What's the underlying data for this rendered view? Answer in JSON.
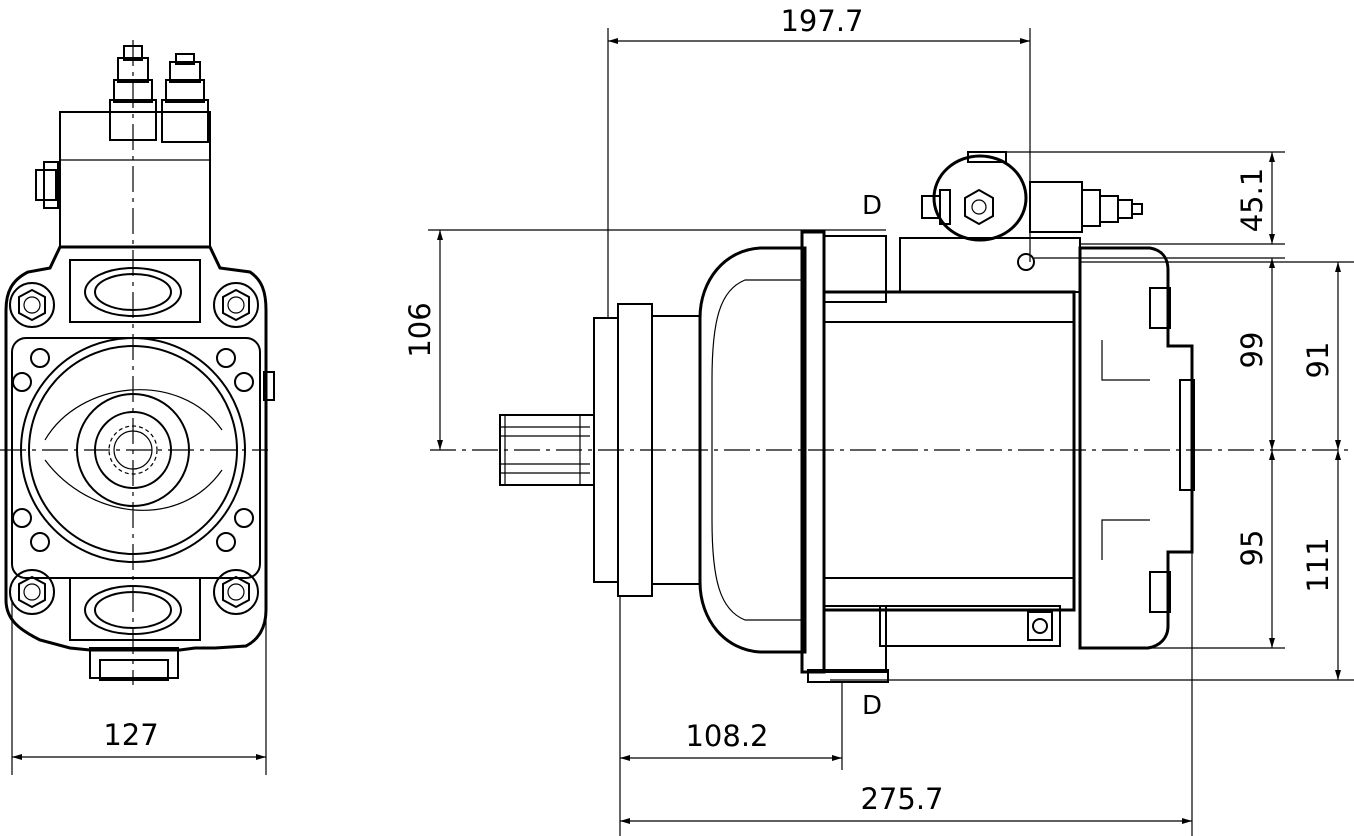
{
  "dimensions": {
    "front_width": "127",
    "side_top_overall": "197.7",
    "side_height_upper": "106",
    "valve_height": "45.1",
    "right_upper_inner": "99",
    "right_upper_outer": "91",
    "right_lower_inner": "95",
    "right_lower_outer": "111",
    "flange_offset": "108.2",
    "overall_length": "275.7"
  },
  "labels": {
    "port_top": "D",
    "port_bottom": "D"
  }
}
